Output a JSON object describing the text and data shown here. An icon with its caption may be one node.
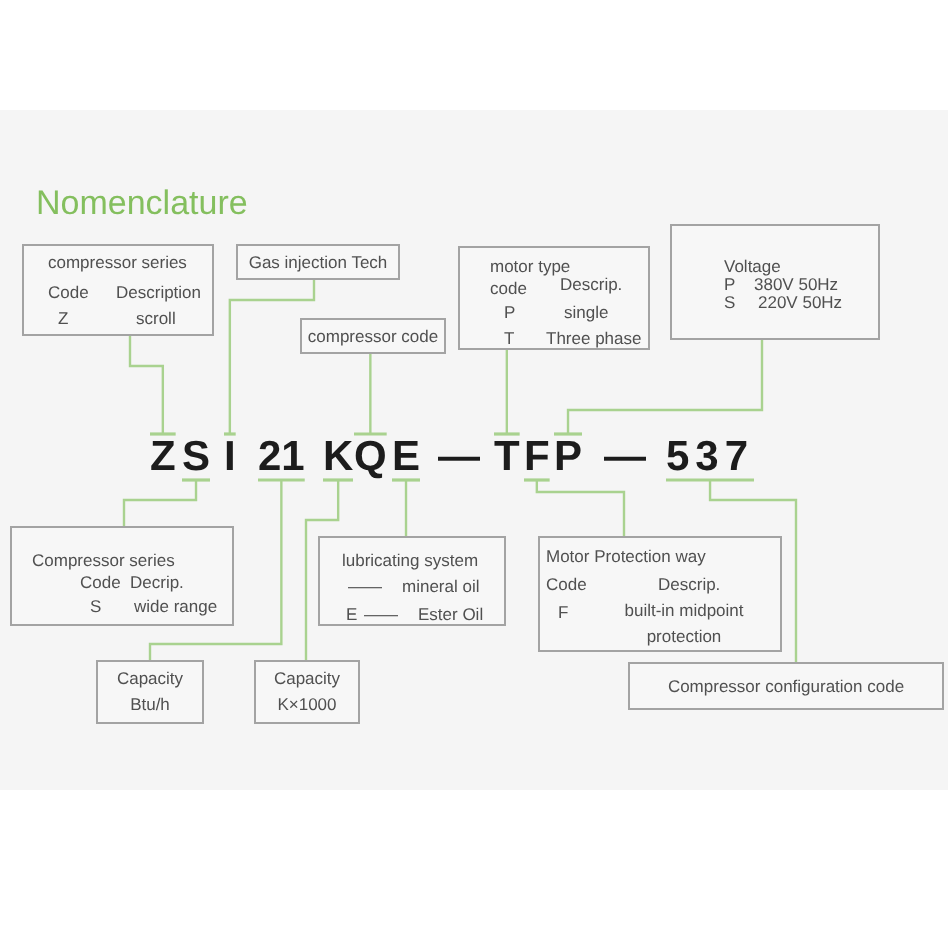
{
  "diagram": {
    "title": "Nomenclature",
    "nodes": [
      {
        "text": [
          "compressor series",
          "Code",
          "Description",
          "Z",
          "scroll"
        ]
      },
      {
        "text": [
          "Gas injection Tech"
        ]
      },
      {
        "text": [
          "motor type",
          "code",
          "Descrip.",
          "P",
          "single",
          "T",
          "Three phase"
        ]
      },
      {
        "text": [
          "Voltage",
          "P",
          "380V 50Hz",
          "S",
          "220V 50Hz"
        ]
      },
      {
        "text": [
          "compressor code"
        ]
      },
      {
        "text": [
          "Z"
        ]
      },
      {
        "text": [
          "S"
        ]
      },
      {
        "text": [
          "I"
        ]
      },
      {
        "text": [
          "21"
        ]
      },
      {
        "text": [
          "K"
        ]
      },
      {
        "text": [
          "Q"
        ]
      },
      {
        "text": [
          "E"
        ]
      },
      {
        "text": [
          "T"
        ]
      },
      {
        "text": [
          "F"
        ]
      },
      {
        "text": [
          "P"
        ]
      },
      {
        "text": [
          "537"
        ]
      },
      {
        "text": [
          "Compressor series",
          "Code",
          "Decrip.",
          "S",
          "wide range"
        ]
      },
      {
        "text": [
          "lubricating system",
          "——",
          "mineral oil",
          "E",
          "——",
          "Ester Oil"
        ]
      },
      {
        "text": [
          "Motor Protection way",
          "Code",
          "Descrip.",
          "F",
          "built-in midpoint protection"
        ]
      },
      {
        "text": [
          "Capacity",
          "Btu/h"
        ]
      },
      {
        "text": [
          "Capacity",
          "K×1000"
        ]
      },
      {
        "text": [
          "Compressor configuration code"
        ]
      }
    ],
    "edges": [
      {
        "from": 0,
        "to": 5,
        "arrow": "other"
      },
      {
        "from": 1,
        "to": 7,
        "arrow": "other"
      },
      {
        "from": 4,
        "to": 10,
        "arrow": "other"
      },
      {
        "from": 2,
        "to": 12,
        "arrow": "other"
      },
      {
        "from": 3,
        "to": 14,
        "arrow": "other"
      },
      {
        "from": 16,
        "to": 6,
        "arrow": "other"
      },
      {
        "from": 19,
        "to": 8,
        "arrow": "other"
      },
      {
        "from": 20,
        "to": 9,
        "arrow": "other"
      },
      {
        "from": 17,
        "to": 11,
        "arrow": "other"
      },
      {
        "from": 18,
        "to": 13,
        "arrow": "other"
      },
      {
        "from": 21,
        "to": 15,
        "arrow": "other"
      }
    ],
    "labels": [
      "—",
      "—"
    ]
  }
}
